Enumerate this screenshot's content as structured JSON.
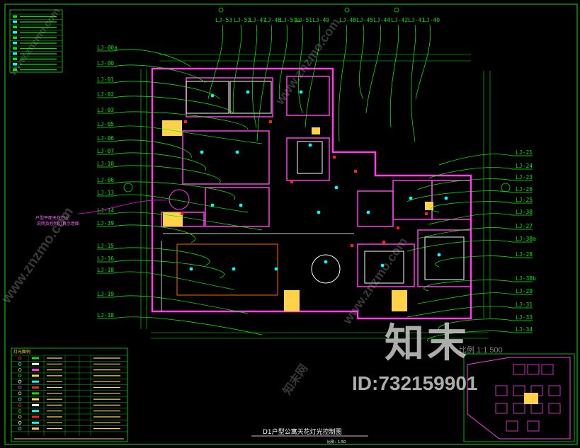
{
  "top_labels": [
    "LJ-53",
    "LJ-52",
    "LJ-47",
    "LJ-48",
    "LJ-51a",
    "LJ-51",
    "LJ-49",
    "LJ-48",
    "LJ-45",
    "LJ-44",
    "LJ-42",
    "LJ-41",
    "LJ-40"
  ],
  "left_labels": [
    "LJ-00a",
    "LJ-00",
    "LJ-01",
    "LJ-02",
    "LJ-03",
    "LJ-05",
    "LJ-06",
    "LJ-07",
    "LJ-10",
    "LJ-06",
    "LJ-13",
    "LJ-14",
    "LJ-39",
    "LJ-15",
    "LJ-16",
    "LJ-18",
    "LJ-19",
    "LJ-18"
  ],
  "right_labels": [
    "LJ-21",
    "LJ-24",
    "LJ-23",
    "LJ-26",
    "LJ-25",
    "LJ-38",
    "LJ-27",
    "LJ-38a",
    "LJ-28",
    "LJ-38b",
    "LJ-29",
    "LJ-31",
    "LJ-33",
    "LJ-34"
  ],
  "callout_text": [
    "户型平面天花灯光",
    "说明及控制灯具示意图"
  ],
  "legend_title": "灯光图例",
  "drawing_title": "D1户型公寓天花灯光控制图",
  "drawing_scale": "比例：1:50",
  "scale_note": "比例 1:1 500",
  "watermark": {
    "brand": "知末",
    "id": "ID:732159901",
    "diagonal": [
      "www.znzmo.com",
      "www.znzmo.com",
      "www.znzmo.com",
      "www.znzmo.com",
      "知末网"
    ]
  },
  "colors": {
    "background": "#000000",
    "frame": "#00e600",
    "walls": "#ff3ce6",
    "gold": "#ffd24a",
    "cyan": "#00ffff",
    "red": "#ff2020",
    "leader": "#00ff00"
  }
}
